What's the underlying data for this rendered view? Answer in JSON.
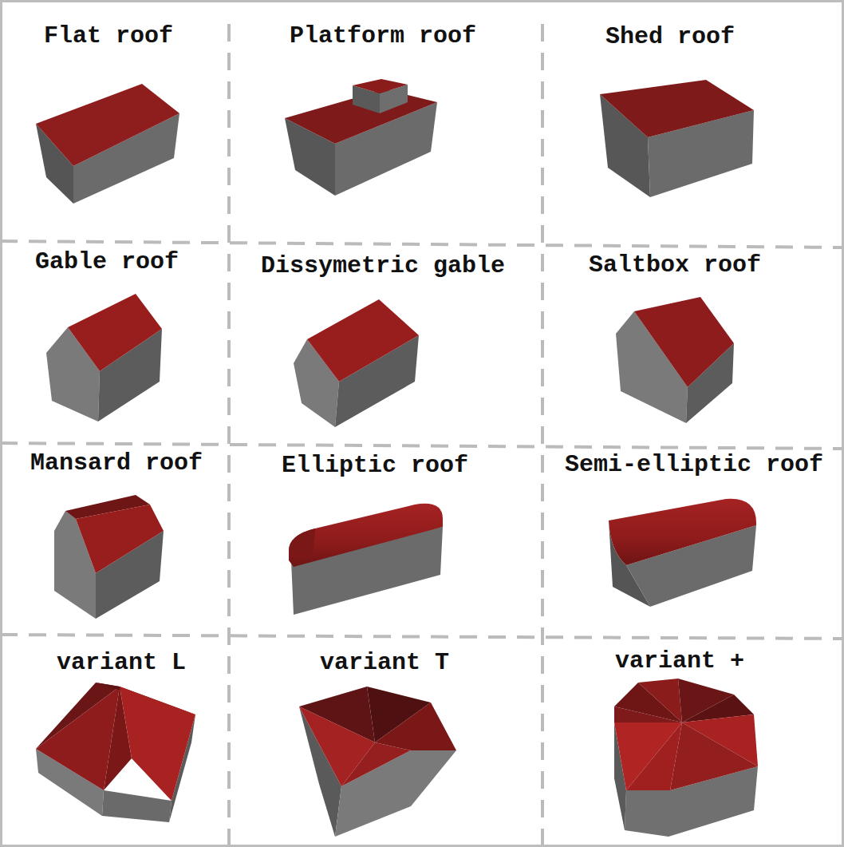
{
  "diagram": {
    "labels": [
      "Flat roof",
      "Platform roof",
      "Shed roof",
      "Gable roof",
      "Dissymetric gable",
      "Saltbox roof",
      "Mansard roof",
      "Elliptic roof",
      "Semi-elliptic roof",
      "variant L",
      "variant T",
      "variant +"
    ]
  }
}
